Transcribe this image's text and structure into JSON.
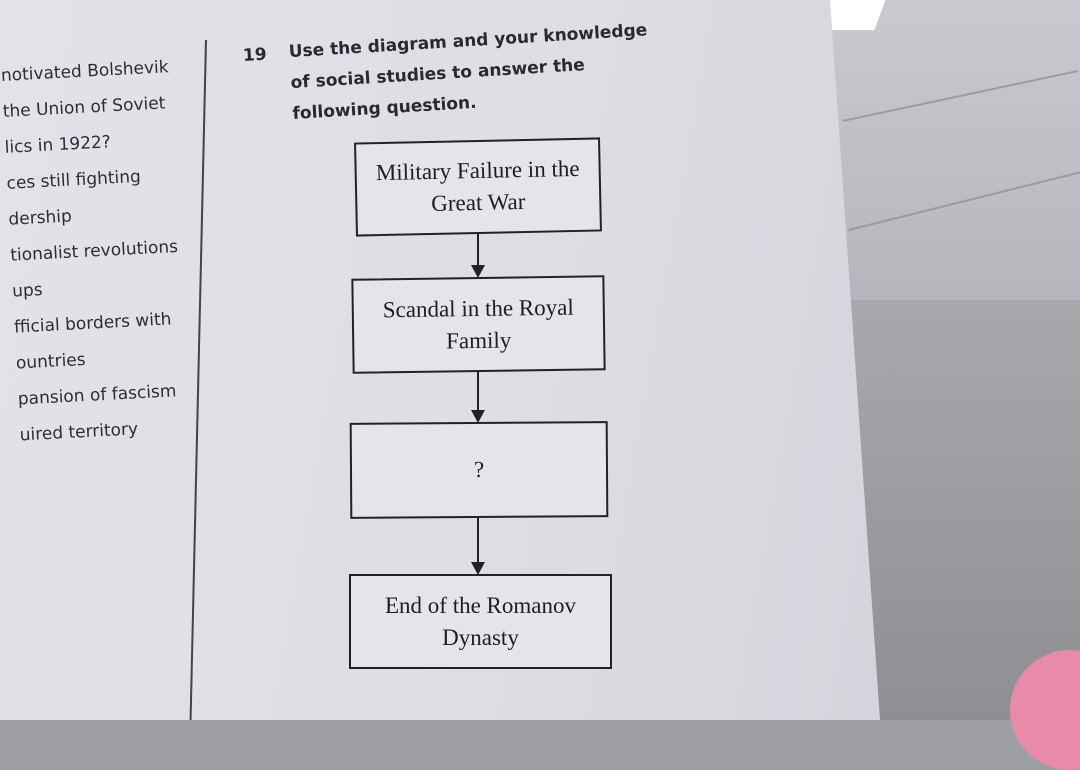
{
  "left_column": {
    "lines": [
      "notivated Bolshevik",
      "the Union of Soviet",
      "lics in 1922?",
      "ces still fighting",
      "dership",
      "tionalist revolutions",
      "ups",
      "fficial borders with",
      "ountries",
      "pansion of fascism",
      "uired territory"
    ]
  },
  "question": {
    "number": "19",
    "text": "Use the diagram and your knowledge of social studies to answer the following question."
  },
  "flowchart": {
    "boxes": [
      "Military Failure in the Great War",
      "Scandal in the Royal Family",
      "?",
      "End of the Romanov Dynasty"
    ]
  }
}
